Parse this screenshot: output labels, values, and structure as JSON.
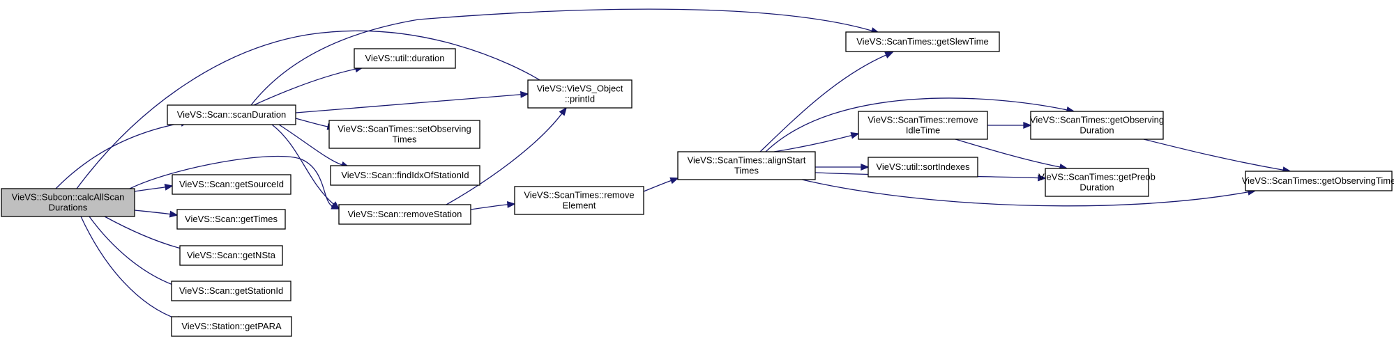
{
  "diagram": {
    "edge_color": "#191970",
    "root_fill": "#bfbfbf",
    "nodes": [
      {
        "id": "calcAll",
        "lines": [
          "VieVS::Subcon::calcAllScan",
          "Durations"
        ],
        "root": true
      },
      {
        "id": "scanDuration",
        "lines": [
          "VieVS::Scan::scanDuration"
        ]
      },
      {
        "id": "getSourceId",
        "lines": [
          "VieVS::Scan::getSourceId"
        ]
      },
      {
        "id": "getTimes",
        "lines": [
          "VieVS::Scan::getTimes"
        ]
      },
      {
        "id": "getNSta",
        "lines": [
          "VieVS::Scan::getNSta"
        ]
      },
      {
        "id": "getStationId",
        "lines": [
          "VieVS::Scan::getStationId"
        ]
      },
      {
        "id": "getPARA",
        "lines": [
          "VieVS::Station::getPARA"
        ]
      },
      {
        "id": "removeStation",
        "lines": [
          "VieVS::Scan::removeStation"
        ]
      },
      {
        "id": "printId",
        "lines": [
          "VieVS::VieVS_Object",
          "::printId"
        ]
      },
      {
        "id": "utilDuration",
        "lines": [
          "VieVS::util::duration"
        ]
      },
      {
        "id": "setObserving",
        "lines": [
          "VieVS::ScanTimes::setObserving",
          "Times"
        ]
      },
      {
        "id": "findIdx",
        "lines": [
          "VieVS::Scan::findIdxOfStationId"
        ]
      },
      {
        "id": "removeElement",
        "lines": [
          "VieVS::ScanTimes::remove",
          "Element"
        ]
      },
      {
        "id": "alignStart",
        "lines": [
          "VieVS::ScanTimes::alignStart",
          "Times"
        ]
      },
      {
        "id": "getSlewTime",
        "lines": [
          "VieVS::ScanTimes::getSlewTime"
        ]
      },
      {
        "id": "removeIdle",
        "lines": [
          "VieVS::ScanTimes::remove",
          "IdleTime"
        ]
      },
      {
        "id": "sortIndexes",
        "lines": [
          "VieVS::util::sortIndexes"
        ]
      },
      {
        "id": "getObsDuration",
        "lines": [
          "VieVS::ScanTimes::getObserving",
          "Duration"
        ]
      },
      {
        "id": "getPreob",
        "lines": [
          "VieVS::ScanTimes::getPreob",
          "Duration"
        ]
      },
      {
        "id": "getObsTime",
        "lines": [
          "VieVS::ScanTimes::getObservingTime"
        ]
      }
    ],
    "edges": [
      {
        "from": "calcAll",
        "to": "scanDuration"
      },
      {
        "from": "calcAll",
        "to": "getSourceId"
      },
      {
        "from": "calcAll",
        "to": "getTimes"
      },
      {
        "from": "calcAll",
        "to": "getNSta"
      },
      {
        "from": "calcAll",
        "to": "getStationId"
      },
      {
        "from": "calcAll",
        "to": "getPARA"
      },
      {
        "from": "calcAll",
        "to": "removeStation"
      },
      {
        "from": "calcAll",
        "to": "printId"
      },
      {
        "from": "scanDuration",
        "to": "utilDuration"
      },
      {
        "from": "scanDuration",
        "to": "printId"
      },
      {
        "from": "scanDuration",
        "to": "setObserving"
      },
      {
        "from": "scanDuration",
        "to": "findIdx"
      },
      {
        "from": "scanDuration",
        "to": "removeStation"
      },
      {
        "from": "scanDuration",
        "to": "getSlewTime"
      },
      {
        "from": "removeStation",
        "to": "printId"
      },
      {
        "from": "removeStation",
        "to": "removeElement"
      },
      {
        "from": "removeElement",
        "to": "alignStart"
      },
      {
        "from": "alignStart",
        "to": "getSlewTime"
      },
      {
        "from": "alignStart",
        "to": "removeIdle"
      },
      {
        "from": "alignStart",
        "to": "sortIndexes"
      },
      {
        "from": "alignStart",
        "to": "getObsDuration"
      },
      {
        "from": "alignStart",
        "to": "getPreob"
      },
      {
        "from": "alignStart",
        "to": "getObsTime"
      },
      {
        "from": "removeIdle",
        "to": "getObsDuration"
      },
      {
        "from": "removeIdle",
        "to": "getPreob"
      },
      {
        "from": "getObsDuration",
        "to": "getObsTime"
      }
    ]
  }
}
